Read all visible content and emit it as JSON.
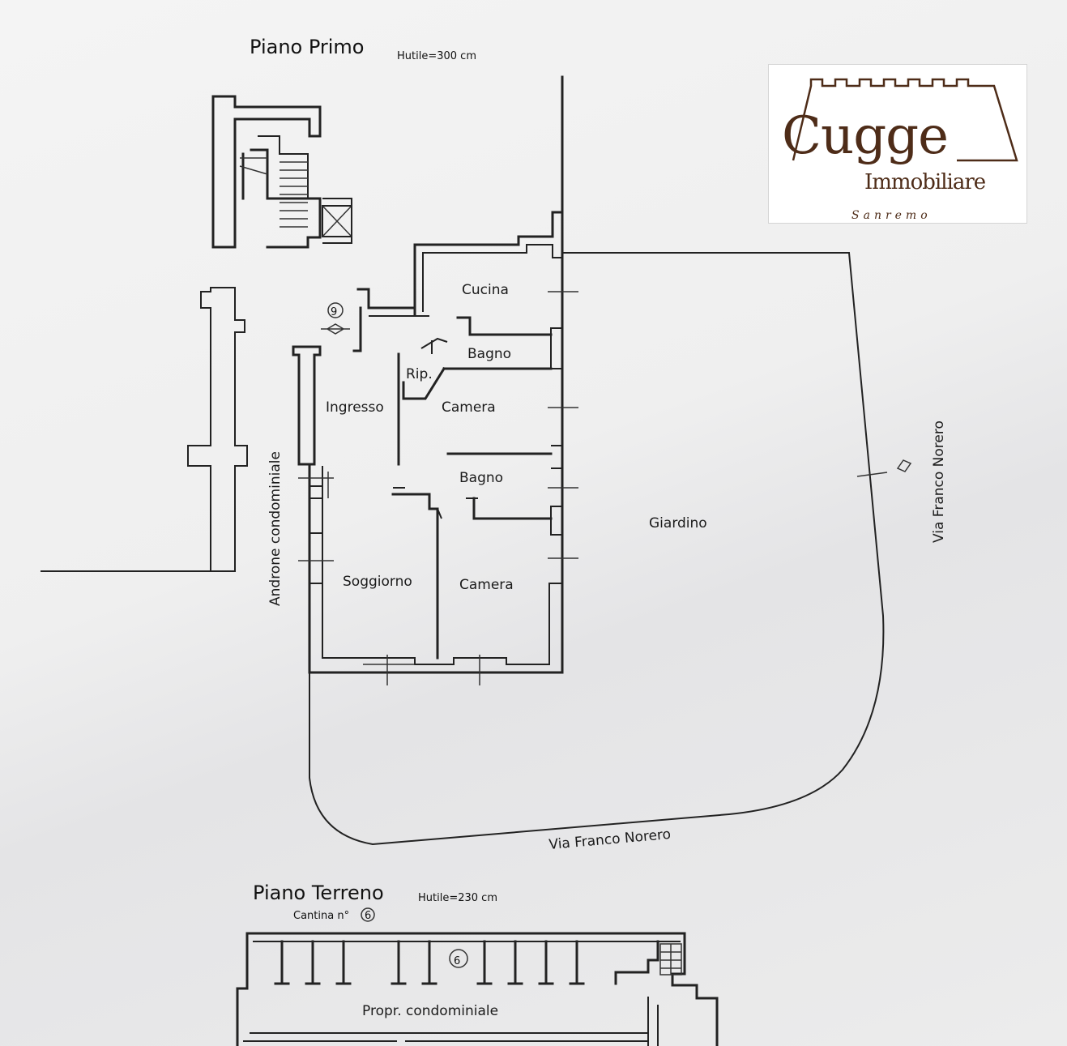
{
  "floors": {
    "first": {
      "title": "Piano Primo",
      "height_note": "Hutile=300 cm"
    },
    "ground": {
      "title": "Piano Terreno",
      "height_note": "Hutile=230 cm",
      "cellar_label": "Cantina n°",
      "cellar_number": "6",
      "common_area": "Propr. condominiale"
    }
  },
  "rooms": {
    "cucina": "Cucina",
    "bagno_1": "Bagno",
    "ripostiglio": "Rip.",
    "camera_1": "Camera",
    "ingresso": "Ingresso",
    "bagno_2": "Bagno",
    "soggiorno": "Soggiorno",
    "camera_2": "Camera",
    "giardino": "Giardino",
    "androne": "Androne condominiale"
  },
  "streets": {
    "east": "Via Franco Norero",
    "south": "Via Franco Norero"
  },
  "markers": {
    "apartment_number": "9"
  },
  "logo": {
    "name": "Cugge",
    "subtitle": "Immobiliare",
    "city": "Sanremo",
    "color": "#4e2c18"
  }
}
